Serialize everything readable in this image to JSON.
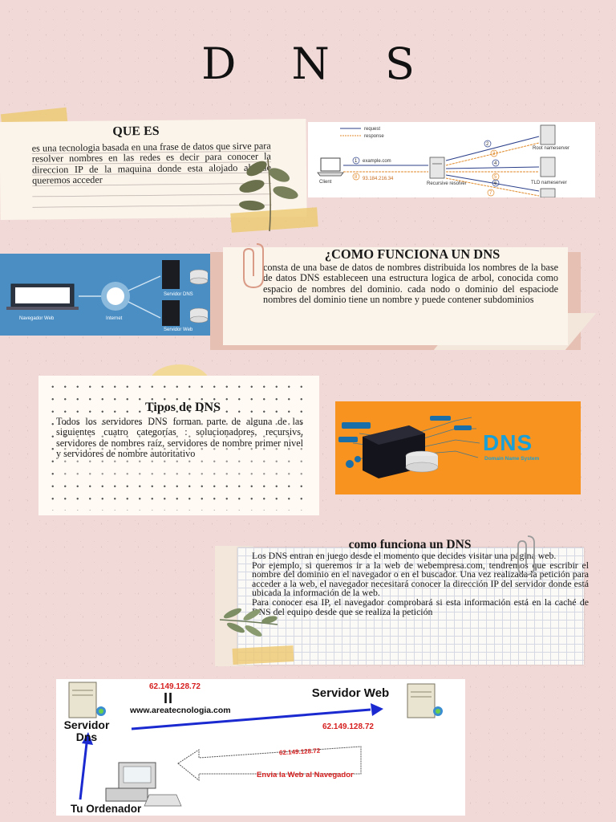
{
  "title": "D N S",
  "section1": {
    "heading": "QUE ES",
    "text": "es una tecnologia basada en una frase de datos que sirve para resolver nombres en las redes es decir para conocer la direccion IP de la maquina donde esta alojado al que queremos acceder"
  },
  "diagram1": {
    "legend_request": "request",
    "legend_response": "response",
    "client": "Client",
    "query": "example.com",
    "answer_ip": "93.184.216.34",
    "resolver": "Recursive resolver",
    "root": "Root nameserver",
    "tld": "TLD nameserver",
    "steps": [
      "1",
      "2",
      "3",
      "4",
      "5",
      "6",
      "7",
      "8"
    ]
  },
  "diagram2": {
    "browser": "Navegador Web",
    "internet": "Internet",
    "dns_server": "Servidor DNS",
    "web_server": "Servidor Web"
  },
  "section2": {
    "heading": "¿COMO FUNCIONA UN DNS",
    "text": "consta de una base de datos de nombres distribuida los nombres de la base de datos DNS estableceen una estructura logica de arbol, conocida como espacio de nombres del dominio. cada nodo o dominio del espaciode nombres del dominio tiene un nombre y puede contener subdominios"
  },
  "section3": {
    "heading": "Tipos de DNS",
    "text": "Todos los servidores DNS forman parte de alguna de las siguientes cuatro categorías : solucionadores, recursivs, servidores de nombres raíz, servidores de nombre primer nivel y servidores de nombre autoritativo"
  },
  "banner": {
    "title": "DNS",
    "subtitle": "Domain Name System",
    "color": "#f7931e",
    "accent": "#1aa0d6"
  },
  "section4": {
    "heading": "como funciona un DNS",
    "paragraphs": [
      "Los DNS entran en juego desde el momento que decides visitar una página web.",
      "Por ejemplo, si queremos ir a la web de webempresa.com, tendremos que escribir el nombre del dominio en el navegador o en el buscador. Una vez realizada la petición para acceder a la web, el navegador necesitará conocer la dirección IP del servidor donde está ubicada la información de la web.",
      "Para conocer esa IP, el navegador comprobará si esta información está en la caché de DNS del equipo desde que se realiza la petición"
    ]
  },
  "diagram3": {
    "ip_top": "62.149.128.72",
    "equals": "II",
    "url": "www.areatecnologia.com",
    "dns_label": "Servidor Dns",
    "web_label": "Servidor Web",
    "ip_right": "62.149.128.72",
    "ip_arrow": "62.149.128.72",
    "send_label": "Envia la Web al Navegador",
    "computer_label": "Tu Ordenador",
    "red": "#d62020",
    "blue": "#1a2ad0"
  }
}
